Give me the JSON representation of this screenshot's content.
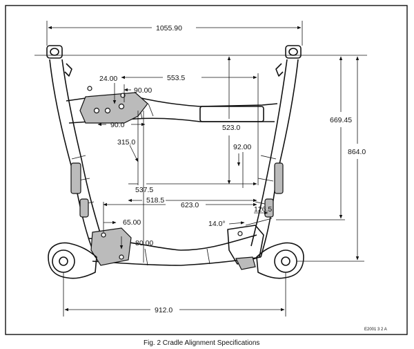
{
  "figure": {
    "caption": "Fig. 2 Cradle Alignment Specifications",
    "code": "E2001 3 2 A"
  },
  "dimensions": {
    "overall_width": "1055.90",
    "width_553": "553.5",
    "d_24": "24.00",
    "d_90a": "90.00",
    "d_90b": "90.0",
    "height_523": "523.0",
    "height_669": "669.45",
    "height_864": "864.0",
    "d_315": "315.0",
    "d_92": "92.00",
    "d_537": "537.5",
    "d_518": "518.5",
    "d_623": "623.0",
    "d_126": "126.5",
    "angle_14": "14.0°",
    "d_65": "65.00",
    "d_80": "80.00",
    "bottom_width": "912.0"
  }
}
